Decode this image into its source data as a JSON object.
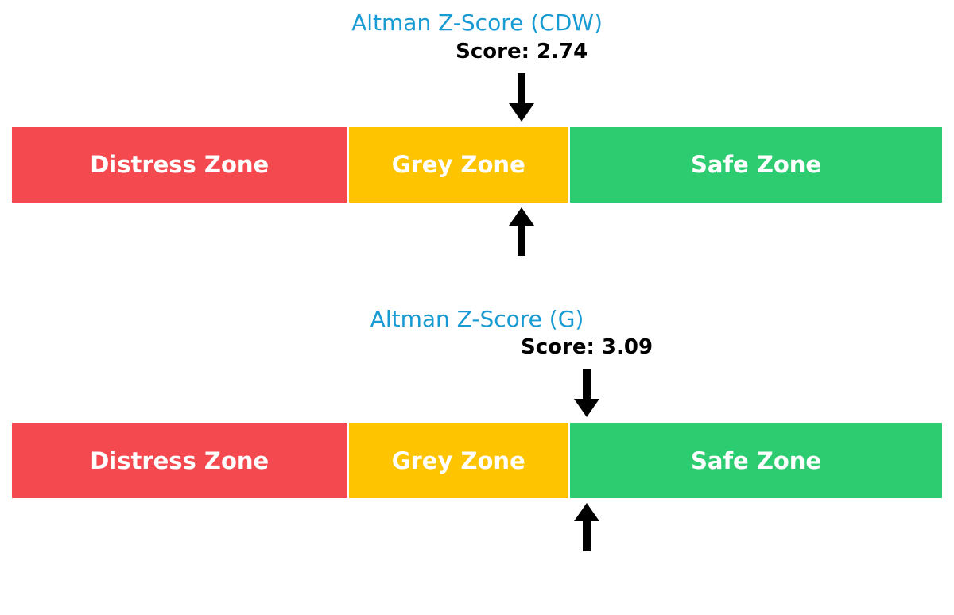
{
  "chart_data": [
    {
      "type": "zone-gauge",
      "title": "Altman Z-Score (CDW)",
      "title_color": "#189ad3",
      "score": 2.74,
      "score_label": "Score: 2.74",
      "axis_min": 0,
      "axis_max": 5,
      "marker_icons": [
        "down-arrow",
        "up-arrow"
      ],
      "zones": [
        {
          "label": "Distress Zone",
          "from": 0,
          "to": 1.81,
          "color": "#f4494f"
        },
        {
          "label": "Grey Zone",
          "from": 1.81,
          "to": 2.99,
          "color": "#ffc400"
        },
        {
          "label": "Safe Zone",
          "from": 2.99,
          "to": 5.0,
          "color": "#2ecc71"
        }
      ]
    },
    {
      "type": "zone-gauge",
      "title": "Altman Z-Score (G)",
      "title_color": "#189ad3",
      "score": 3.09,
      "score_label": "Score: 3.09",
      "axis_min": 0,
      "axis_max": 5,
      "marker_icons": [
        "down-arrow",
        "up-arrow"
      ],
      "zones": [
        {
          "label": "Distress Zone",
          "from": 0,
          "to": 1.81,
          "color": "#f4494f"
        },
        {
          "label": "Grey Zone",
          "from": 1.81,
          "to": 2.99,
          "color": "#ffc400"
        },
        {
          "label": "Safe Zone",
          "from": 2.99,
          "to": 5.0,
          "color": "#2ecc71"
        }
      ]
    }
  ]
}
